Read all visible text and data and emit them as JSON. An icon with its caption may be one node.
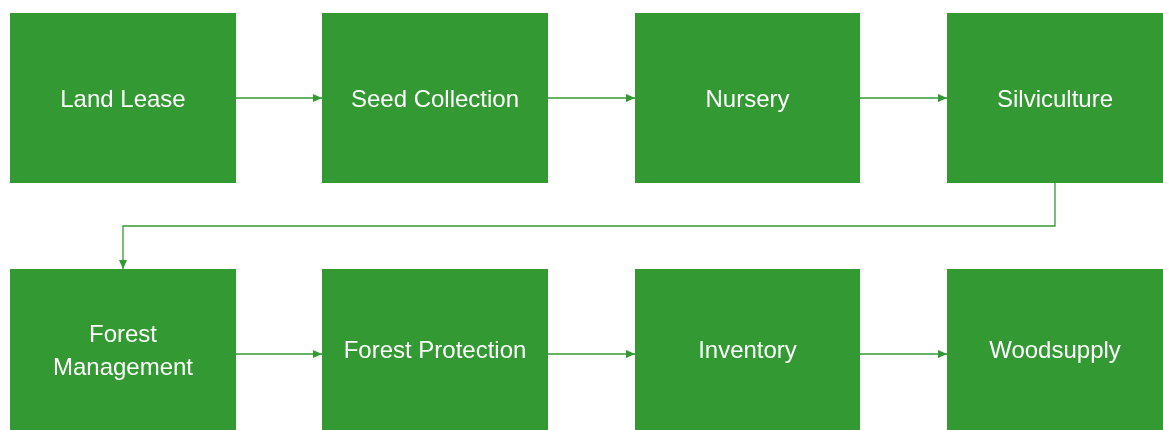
{
  "diagram": {
    "nodes": [
      {
        "text": [
          "Land Lease"
        ]
      },
      {
        "text": [
          "Seed Collection"
        ]
      },
      {
        "text": [
          "Nursery"
        ]
      },
      {
        "text": [
          "Silviculture"
        ]
      },
      {
        "text": [
          "Forest Management"
        ]
      },
      {
        "text": [
          "Forest Protection"
        ]
      },
      {
        "text": [
          "Inventory"
        ]
      },
      {
        "text": [
          "Woodsupply"
        ]
      }
    ],
    "edges": [
      {
        "from": 0,
        "to": 1,
        "arrow": "to"
      },
      {
        "from": 1,
        "to": 2,
        "arrow": "to"
      },
      {
        "from": 2,
        "to": 3,
        "arrow": "to"
      },
      {
        "from": 3,
        "to": 4,
        "arrow": "to"
      },
      {
        "from": 4,
        "to": 5,
        "arrow": "to"
      },
      {
        "from": 5,
        "to": 6,
        "arrow": "to"
      },
      {
        "from": 6,
        "to": 7,
        "arrow": "to"
      }
    ]
  }
}
